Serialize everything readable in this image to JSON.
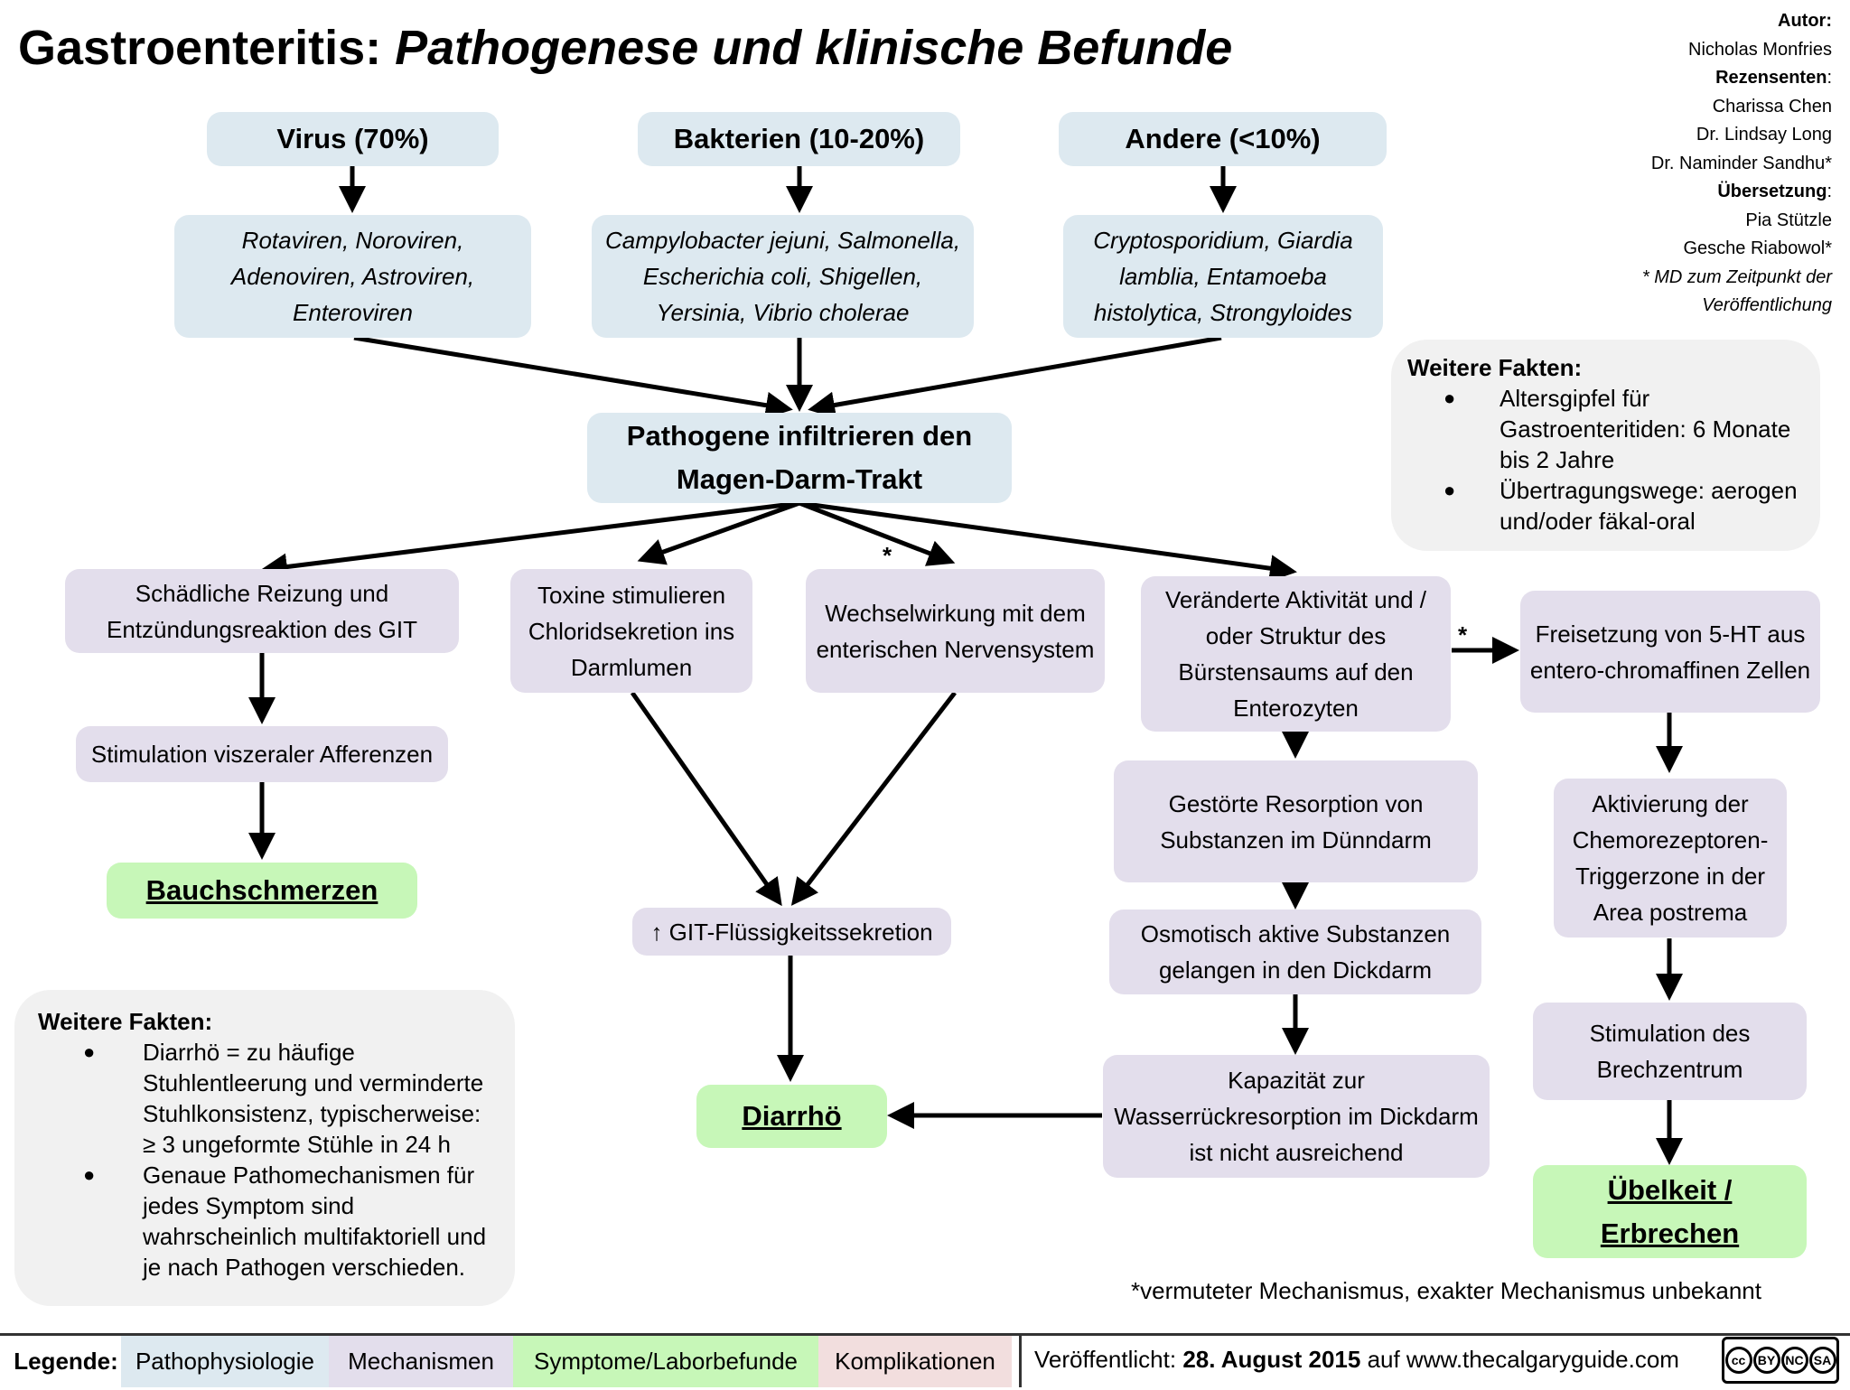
{
  "title": {
    "main": "Gastroenteritis:",
    "sub": "Pathogenese und klinische Befunde"
  },
  "author": {
    "author_label": "Autor:",
    "author_name": "Nicholas Monfries",
    "reviewers_label": "Rezensenten",
    "reviewers": [
      "Charissa Chen",
      "Dr. Lindsay Long",
      "Dr. Naminder Sandhu*"
    ],
    "translation_label": "Übersetzung",
    "translators": [
      "Pia Stützle",
      "Gesche Riabowol*"
    ],
    "note_line1": "* MD zum Zeitpunkt der",
    "note_line2": "Veröffentlichung"
  },
  "causes": {
    "virus": {
      "header": "Virus (70%)",
      "detail": "Rotaviren, Noroviren, Adenoviren, Astroviren, Enteroviren"
    },
    "bacteria": {
      "header": "Bakterien (10-20%)",
      "detail": "Campylobacter jejuni, Salmonella, Escherichia coli, Shigellen, Yersinia, Vibrio cholerae"
    },
    "other": {
      "header": "Andere (<10%)",
      "detail": "Cryptosporidium, Giardia lamblia, Entamoeba histolytica, Strongyloides"
    }
  },
  "central": "Pathogene infiltrieren den Magen-Darm-Trakt",
  "mechanisms": {
    "irritation": "Schädliche Reizung und Entzündungsreaktion des GIT",
    "afferents": "Stimulation viszeraler Afferenzen",
    "toxins": "Toxine stimulieren Chloridsekretion ins Darmlumen",
    "enteric": "Wechselwirkung mit dem enterischen Nervensystem",
    "brush_border": "Veränderte Aktivität und / oder Struktur des Bürstensaums auf den Enterozyten",
    "serotonin": "Freisetzung von 5-HT aus entero-chromaffinen Zellen",
    "resorption": "Gestörte Resorption von Substanzen im Dünndarm",
    "osmotic": "Osmotisch aktive Substanzen gelangen in den Dickdarm",
    "capacity": "Kapazität zur Wasserrückresorption im Dickdarm ist nicht ausreichend",
    "ctz": "Aktivierung der Chemorezeptoren-Triggerzone in der Area postrema",
    "vomiting_center": "Stimulation des Brechzentrum",
    "fluid": "↑ GIT-Flüssigkeitssekretion"
  },
  "symptoms": {
    "abdominal_pain": "Bauchschmerzen",
    "diarrhea": "Diarrhö",
    "nausea_line1": "Übelkeit /",
    "nausea_line2": "Erbrechen"
  },
  "facts_right": {
    "header": "Weitere Fakten:",
    "items": [
      "Altersgipfel für Gastroenteritiden: 6 Monate bis 2 Jahre",
      "Übertragungswege: aerogen und/oder fäkal-oral"
    ]
  },
  "facts_left": {
    "header": "Weitere Fakten:",
    "items": [
      "Diarrhö = zu häufige Stuhlentleerung und verminderte Stuhlkonsistenz, typischerweise: ≥ 3 ungeformte Stühle in 24 h",
      "Genaue Pathomechanismen für jedes Symptom sind wahrscheinlich multifaktoriell und je nach Pathogen verschieden."
    ]
  },
  "bullet": "●",
  "star": "*",
  "footnote": "*vermuteter Mechanismus, exakter Mechanismus unbekannt",
  "legend": {
    "title": "Legende:",
    "items": [
      "Pathophysiologie",
      "Mechanismen",
      "Symptome/Laborbefunde",
      "Komplikationen"
    ]
  },
  "published": {
    "prefix": "Veröffentlicht:",
    "date": "28. August  2015",
    "suffix": "auf www.thecalgaryguide.com"
  },
  "license": [
    "cc",
    "BY",
    "NC",
    "SA"
  ],
  "colors": {
    "pathophysiology": "#dde9f0",
    "mechanisms": "#e3deec",
    "symptoms": "#c7f7b8",
    "complications": "#f2dede"
  }
}
